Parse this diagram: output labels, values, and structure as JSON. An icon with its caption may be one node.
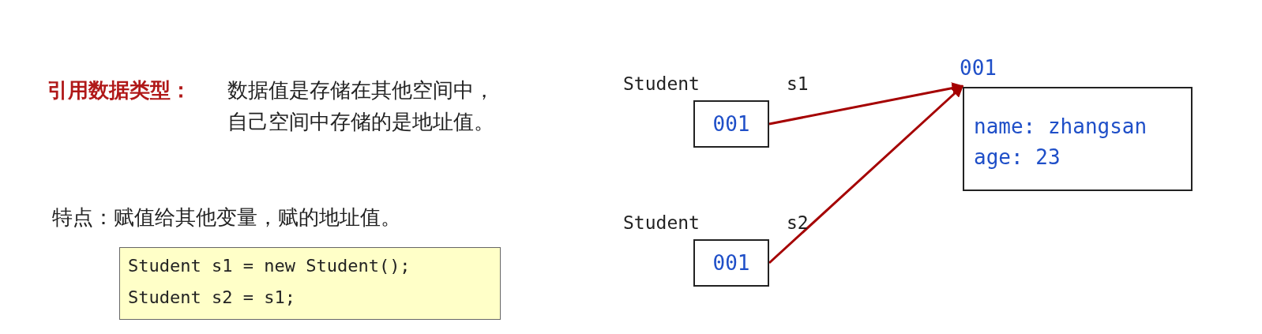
{
  "diagram": {
    "nodes": [
      {
        "text": [
          "Student s1 = new Student();",
          "Student s2 = s1;"
        ]
      },
      {
        "text": [
          "001"
        ],
        "beside": [
          "Student",
          "s1"
        ]
      },
      {
        "text": [
          "name: zhangsan",
          "age: 23"
        ],
        "beside": [
          "001"
        ]
      },
      {
        "text": [
          "001"
        ],
        "beside": [
          "Student",
          "s2"
        ]
      }
    ],
    "edges": [
      {
        "from": 1,
        "to": 2,
        "arrow": "to",
        "color": "#a50000"
      },
      {
        "from": 3,
        "to": 2,
        "arrow": "to",
        "color": "#a50000"
      }
    ],
    "labels": [
      "引用数据类型：",
      "数据值是存储在其他空间中，自己空间中存储的是地址值。",
      "特点：赋值给其他变量，赋的地址值。"
    ]
  }
}
